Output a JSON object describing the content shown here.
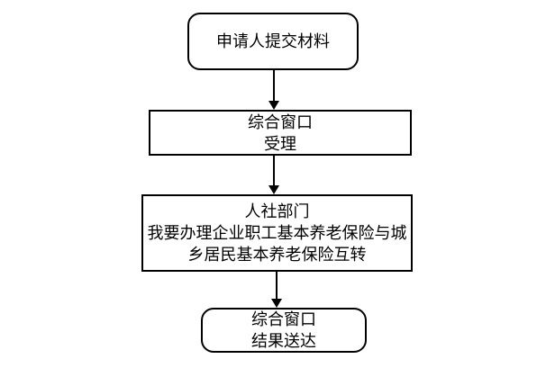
{
  "diagram": {
    "type": "flowchart",
    "background_color": "#ffffff",
    "line_color": "#000000",
    "text_color": "#000000",
    "nodes": [
      {
        "id": "applicant-submit",
        "shape": "rounded",
        "lines": [
          "申请人提交材料"
        ]
      },
      {
        "id": "window-accept",
        "shape": "rect",
        "lines": [
          "综合窗口",
          "受理"
        ]
      },
      {
        "id": "hr-department",
        "shape": "rect",
        "lines": [
          "人社部门",
          "我要办理企业职工基本养老保险与城",
          "乡居民基本养老保险互转"
        ]
      },
      {
        "id": "window-result",
        "shape": "rounded",
        "lines": [
          "综合窗口",
          "结果送达"
        ]
      }
    ],
    "edges": [
      {
        "from": "applicant-submit",
        "to": "window-accept",
        "direction": "down"
      },
      {
        "from": "window-accept",
        "to": "hr-department",
        "direction": "down"
      },
      {
        "from": "hr-department",
        "to": "window-result",
        "direction": "down"
      }
    ]
  }
}
